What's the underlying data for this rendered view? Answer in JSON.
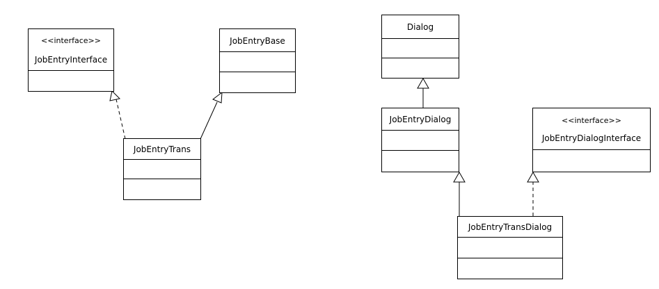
{
  "classes": {
    "job_entry_interface": {
      "stereotype": "<<interface>>",
      "name": "JobEntryInterface"
    },
    "job_entry_base": {
      "name": "JobEntryBase"
    },
    "job_entry_trans": {
      "name": "JobEntryTrans"
    },
    "dialog": {
      "name": "Dialog"
    },
    "job_entry_dialog": {
      "name": "JobEntryDialog"
    },
    "job_entry_dialog_interface": {
      "stereotype": "<<interface>>",
      "name": "JobEntryDialogInterface"
    },
    "job_entry_trans_dialog": {
      "name": "JobEntryTransDialog"
    }
  },
  "relations": [
    {
      "from": "JobEntryTrans",
      "to": "JobEntryInterface",
      "kind": "realization"
    },
    {
      "from": "JobEntryTrans",
      "to": "JobEntryBase",
      "kind": "generalization"
    },
    {
      "from": "JobEntryDialog",
      "to": "Dialog",
      "kind": "generalization"
    },
    {
      "from": "JobEntryTransDialog",
      "to": "JobEntryDialog",
      "kind": "generalization"
    },
    {
      "from": "JobEntryTransDialog",
      "to": "JobEntryDialogInterface",
      "kind": "realization"
    }
  ]
}
